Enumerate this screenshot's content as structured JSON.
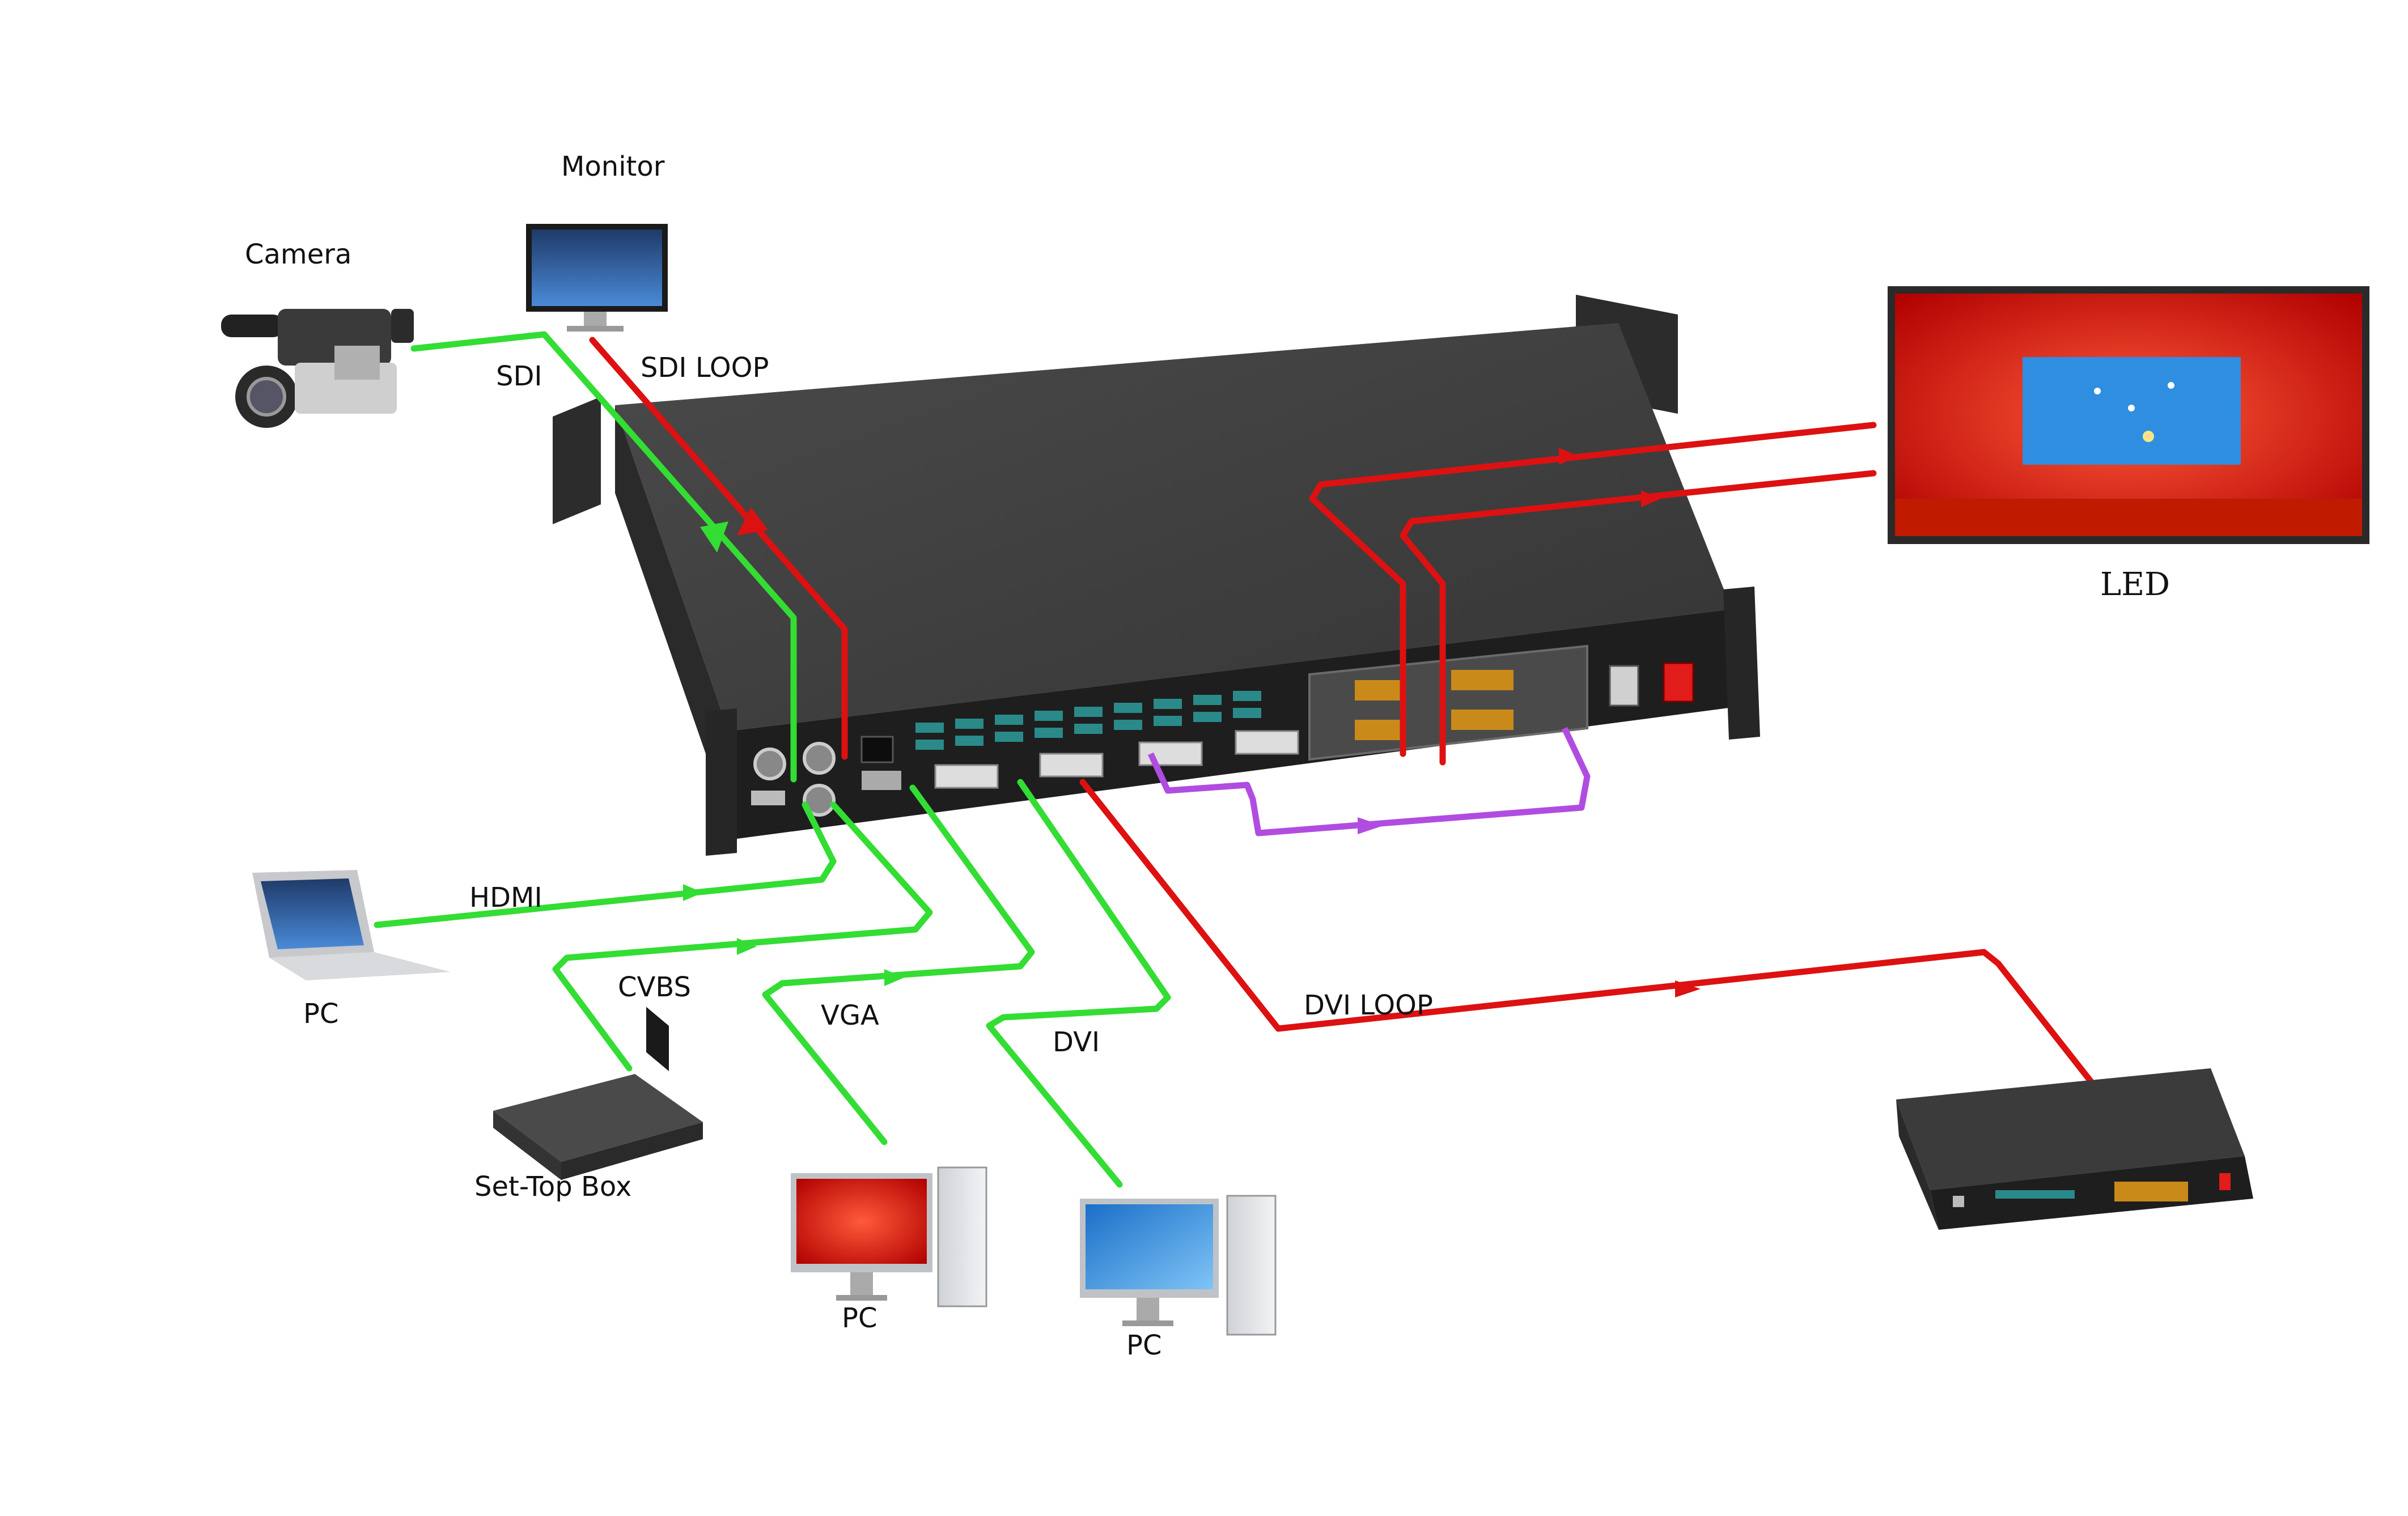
{
  "labels": {
    "camera": "Camera",
    "monitor": "Monitor",
    "sdi": "SDI",
    "sdi_loop": "SDI LOOP",
    "led": "LED",
    "hdmi": "HDMI",
    "pc_laptop": "PC",
    "cvbs": "CVBS",
    "vga": "VGA",
    "dvi": "DVI",
    "dvi_loop": "DVI LOOP",
    "set_top_box": "Set-Top Box",
    "pc_tower_1": "PC",
    "pc_tower_2": "PC"
  },
  "colors": {
    "input_cable": "#33dd33",
    "output_cable": "#dd1111",
    "link_cable": "#b04de0",
    "device_body": "#3b3b3b",
    "led_screen": "#e01010"
  }
}
